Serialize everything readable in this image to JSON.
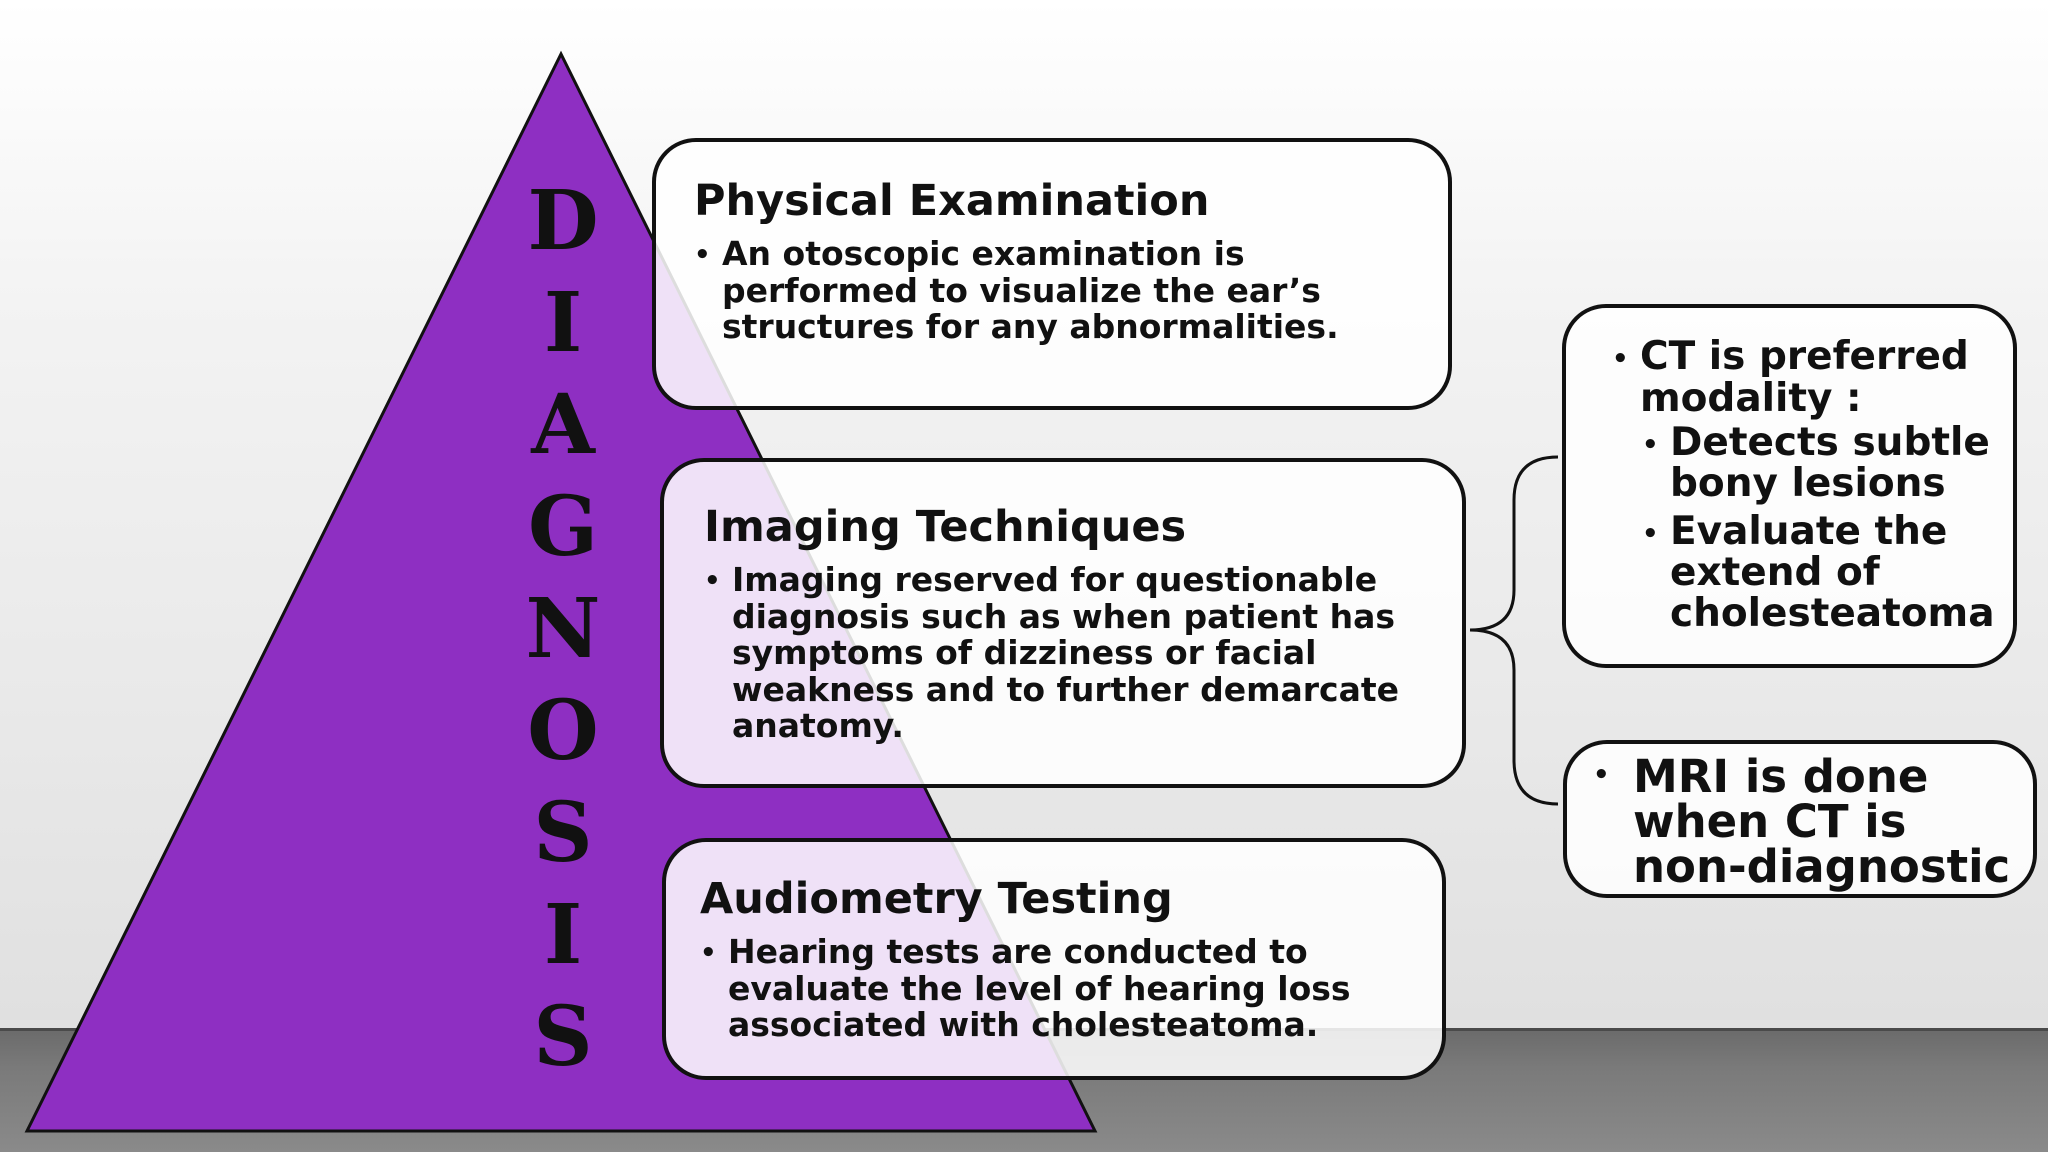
{
  "pyramid": {
    "letters": [
      "D",
      "I",
      "A",
      "G",
      "N",
      "O",
      "S",
      "I",
      "S"
    ],
    "color": "#8e2fc2"
  },
  "boxes": {
    "physical": {
      "title": "Physical Examination",
      "bullet": "An otoscopic examination is performed to visualize the ear’s structures for any abnormalities."
    },
    "imaging": {
      "title": "Imaging Techniques",
      "bullet": "Imaging reserved for questionable diagnosis such as when patient has symptoms of dizziness or facial weakness and to further demarcate anatomy."
    },
    "audiometry": {
      "title": "Audiometry Testing",
      "bullet": "Hearing tests are conducted to evaluate the level of hearing loss associated with cholesteatoma."
    }
  },
  "side": {
    "ct": {
      "main": "CT is preferred modality :",
      "subs": [
        "Detects subtle bony lesions",
        "Evaluate the extend of cholesteatoma"
      ]
    },
    "mri": {
      "text": "MRI is done when CT is non-diagnostic"
    }
  },
  "bullet_glyph": "•"
}
